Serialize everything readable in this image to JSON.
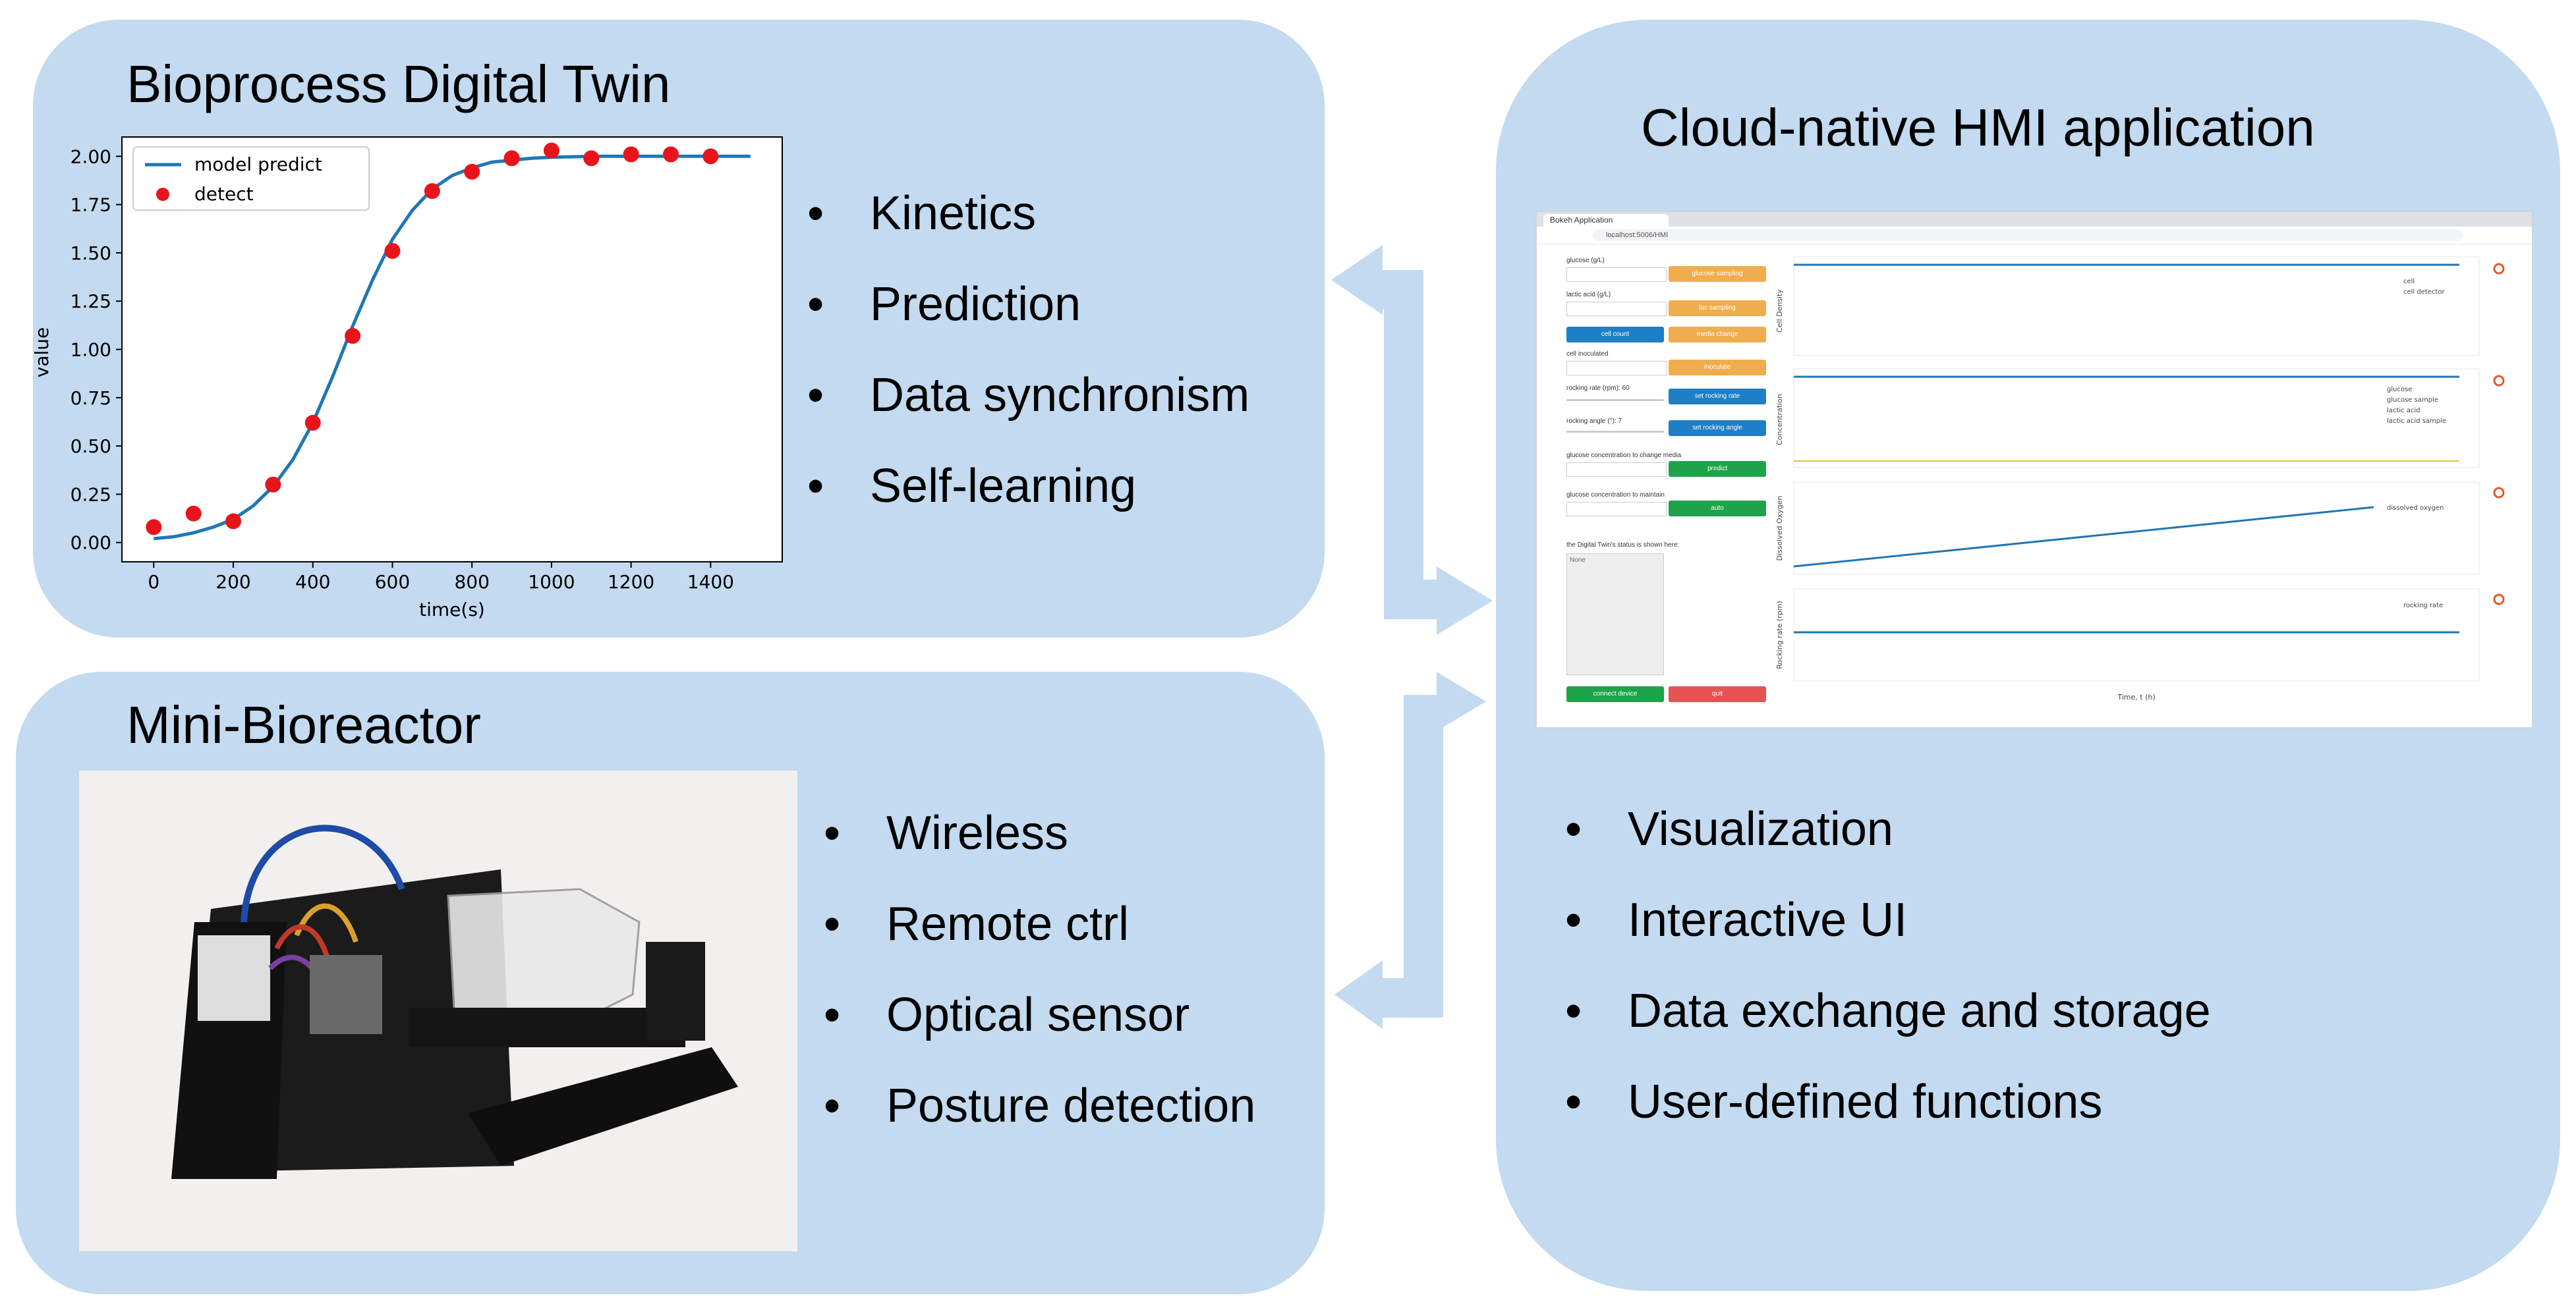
{
  "digital_twin": {
    "title": "Bioprocess Digital Twin",
    "bullets": [
      "Kinetics",
      "Prediction",
      "Data synchronism",
      "Self-learning"
    ]
  },
  "mini_bioreactor": {
    "title": "Mini-Bioreactor",
    "bullets": [
      "Wireless",
      "Remote ctrl",
      "Optical sensor",
      "Posture detection"
    ]
  },
  "hmi": {
    "title": "Cloud-native HMI application",
    "bullets": [
      "Visualization",
      "Interactive UI",
      "Data exchange and storage",
      "User-defined functions"
    ],
    "screenshot": {
      "tab_title": "Bokeh Application",
      "url": "localhost:5006/HMI",
      "labels": {
        "glucose": "glucose (g/L)",
        "lactic": "lactic acid (g/L)",
        "cell_inoculated": "cell inoculated",
        "rocking_rate": "rocking rate (rpm): 60",
        "rocking_angle": "rocking angle (°): 7",
        "glucose_change": "glucose concentration to change media",
        "glucose_maintain": "glucose concentration to maintain",
        "status": "the Digital Twin's status is shown here:",
        "status_value": "None"
      },
      "buttons": {
        "glucose_sampling": "glucose sampling",
        "lac_sampling": "lac sampling",
        "cell_count": "cell count",
        "media_change": "media change",
        "inoculate": "inoculate",
        "set_rocking_rate": "set rocking rate",
        "set_rocking_angle": "set rocking angle",
        "predict": "predict",
        "auto": "auto",
        "connect_device": "connect device",
        "quit": "quit"
      },
      "plot_ylabels": [
        "Cell Density",
        "Concentration",
        "Dissolved Oxygen",
        "Rocking rate (rpm)"
      ],
      "plot_xlabel": "Time, t (h)",
      "legends": [
        [
          "cell",
          "cell detector"
        ],
        [
          "glucose",
          "glucose sample",
          "lactic acid",
          "lactic acid sample"
        ],
        [
          "dissolved oxygen"
        ],
        [
          "rocking rate"
        ]
      ]
    }
  },
  "chart_data": {
    "type": "line",
    "title": "",
    "xlabel": "time(s)",
    "ylabel": "value",
    "xlim": [
      -80,
      1580
    ],
    "ylim": [
      -0.1,
      2.1
    ],
    "xticks": [
      0,
      200,
      400,
      600,
      800,
      1000,
      1200,
      1400
    ],
    "yticks": [
      0.0,
      0.25,
      0.5,
      0.75,
      1.0,
      1.25,
      1.5,
      1.75,
      2.0
    ],
    "xtick_labels": [
      "0",
      "200",
      "400",
      "600",
      "800",
      "1000",
      "1200",
      "1400"
    ],
    "ytick_labels": [
      "0.00",
      "0.25",
      "0.50",
      "0.75",
      "1.00",
      "1.25",
      "1.50",
      "1.75",
      "2.00"
    ],
    "legend_position": "upper-left",
    "series": [
      {
        "name": "model predict",
        "kind": "line",
        "color": "#1f77b4",
        "x": [
          0,
          50,
          100,
          150,
          200,
          250,
          300,
          350,
          400,
          450,
          500,
          550,
          600,
          650,
          700,
          750,
          800,
          850,
          900,
          950,
          1000,
          1100,
          1200,
          1300,
          1400,
          1500
        ],
        "y": [
          0.02,
          0.03,
          0.05,
          0.08,
          0.12,
          0.19,
          0.29,
          0.43,
          0.62,
          0.86,
          1.12,
          1.36,
          1.57,
          1.72,
          1.83,
          1.9,
          1.94,
          1.97,
          1.98,
          1.99,
          1.995,
          2.0,
          2.0,
          2.0,
          2.0,
          2.0
        ]
      },
      {
        "name": "detect",
        "kind": "scatter",
        "color": "#e8141c",
        "x": [
          0,
          100,
          200,
          300,
          400,
          500,
          600,
          700,
          800,
          900,
          1000,
          1100,
          1200,
          1300,
          1400
        ],
        "y": [
          0.08,
          0.15,
          0.11,
          0.3,
          0.62,
          1.07,
          1.51,
          1.82,
          1.92,
          1.99,
          2.03,
          1.99,
          2.01,
          2.01,
          2.0
        ]
      }
    ]
  },
  "colors": {
    "panel": "#c3daf0",
    "arrow": "#c3daf0"
  }
}
